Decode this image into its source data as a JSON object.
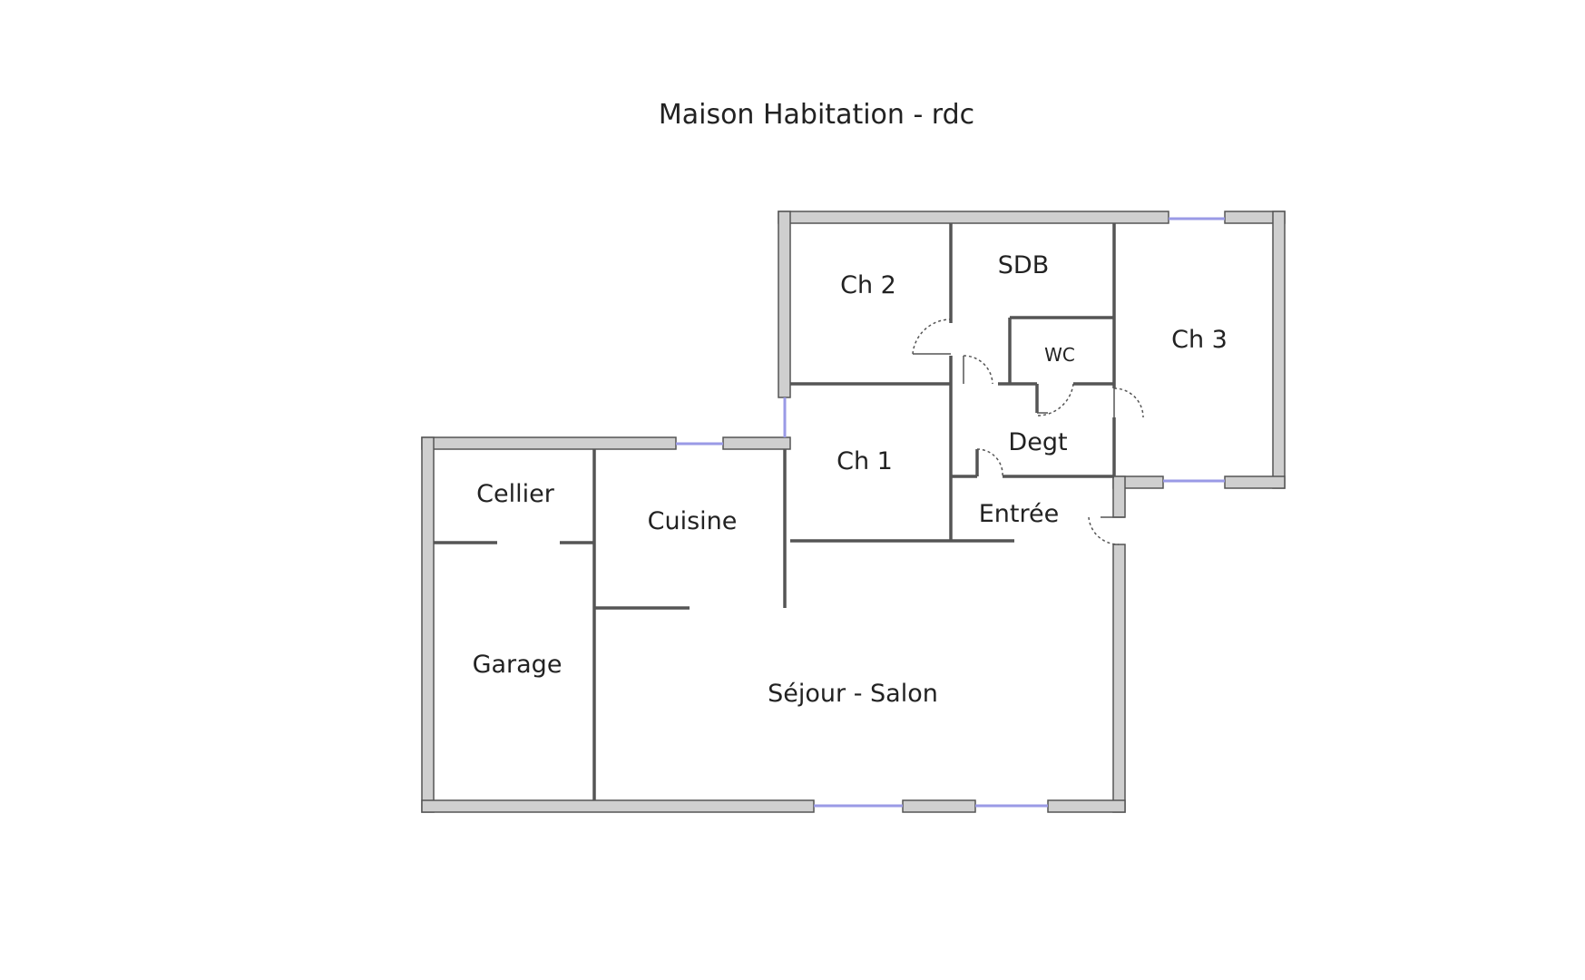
{
  "plan": {
    "title": "Maison Habitation - rdc",
    "rooms": {
      "ch2": "Ch 2",
      "sdb": "SDB",
      "wc": "WC",
      "ch3": "Ch 3",
      "ch1": "Ch 1",
      "degt": "Degt",
      "entree": "Entrée",
      "cellier": "Cellier",
      "cuisine": "Cuisine",
      "garage": "Garage",
      "sejour": "Séjour - Salon"
    },
    "colors": {
      "wall_fill": "#cfcfcf",
      "wall_stroke": "#555555",
      "window": "#9a9ae6",
      "text": "#222222",
      "background": "#ffffff"
    }
  }
}
